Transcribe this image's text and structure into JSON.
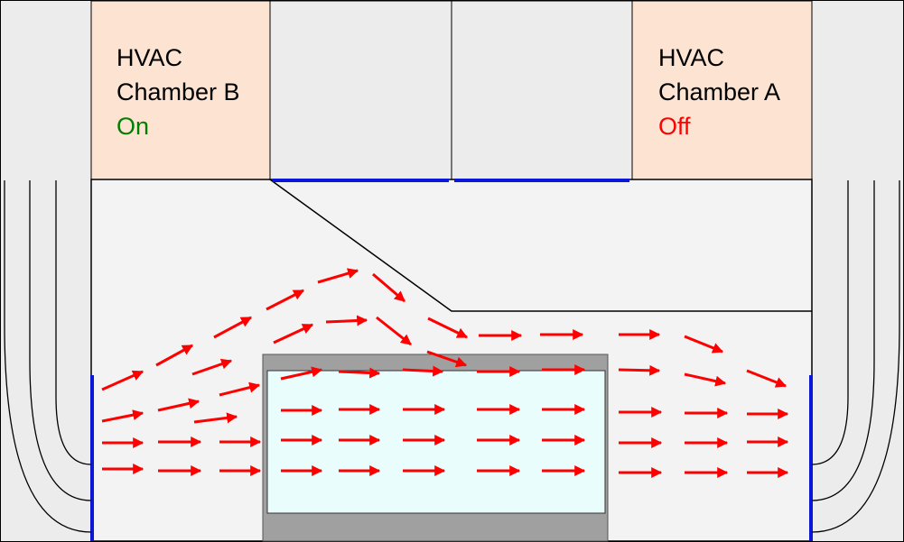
{
  "chambers": [
    {
      "name_line1": "HVAC",
      "name_line2": "Chamber B",
      "status": "On",
      "status_color": "#008000"
    },
    {
      "name_line1": "HVAC",
      "name_line2": "Chamber A",
      "status": "Off",
      "status_color": "#ff0000"
    }
  ],
  "colors": {
    "chamber_fill": "#fde3d2",
    "wall_fill": "#ececec",
    "room_fill": "#f3f3f3",
    "object_outer": "#a0a0a0",
    "object_inner": "#e9fdfd",
    "vent": "#0a17d6",
    "arrow": "#ff0000"
  },
  "arrow_icon": "red-arrow-icon"
}
